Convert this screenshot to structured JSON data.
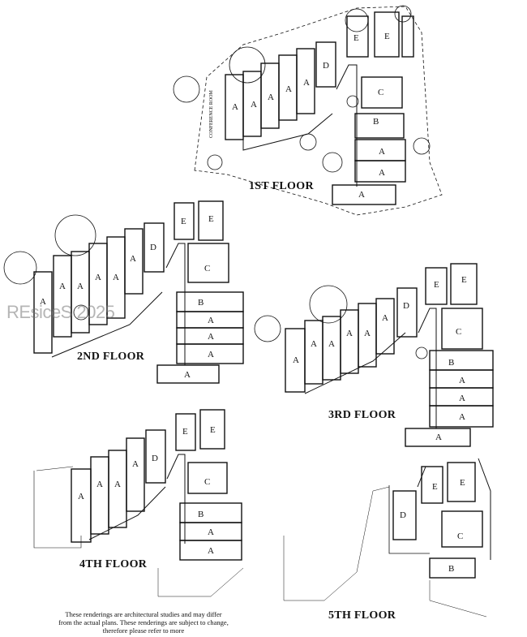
{
  "floors": {
    "f1": {
      "title": "1ST FLOOR"
    },
    "f2": {
      "title": "2ND FLOOR"
    },
    "f3": {
      "title": "3RD FLOOR"
    },
    "f4": {
      "title": "4TH FLOOR"
    },
    "f5": {
      "title": "5TH FLOOR"
    }
  },
  "unit_letters": {
    "a": "A",
    "b": "B",
    "c": "C",
    "d": "D",
    "e": "E"
  },
  "conference_room": "CONFERENCE ROOM",
  "watermark": "REsiceS 2025",
  "disclaimer": "These renderings are architectural studies and may differ from the actual plans. These renderings are subject to change, therefore please refer to more"
}
